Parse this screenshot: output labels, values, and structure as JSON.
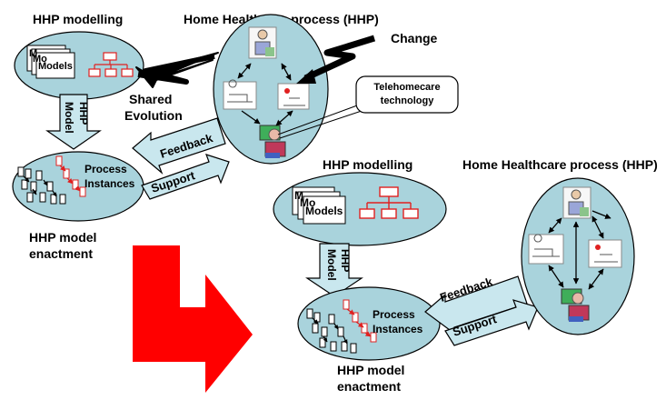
{
  "top": {
    "modelling_title": "HHP modelling",
    "process_title": "Home Healthcare process (HHP)",
    "change_label": "Change",
    "models_label": "Models",
    "models_stack_1": "M",
    "models_stack_2": "Mo",
    "arrow_label_line1": "HHP",
    "arrow_label_line2": "Model",
    "shared_line1": "Shared",
    "shared_line2": "Evolution",
    "callout_line1": "Telehomecare",
    "callout_line2": "technology",
    "process_instances_line1": "Process",
    "process_instances_line2": "Instances",
    "feedback_label": "Feedback",
    "support_label": "Support",
    "enactment_line1": "HHP model",
    "enactment_line2": "enactment"
  },
  "bottom": {
    "modelling_title": "HHP modelling",
    "process_title": "Home Healthcare process (HHP)",
    "models_label": "Models",
    "models_stack_1": "M",
    "models_stack_2": "Mo",
    "arrow_label_line1": "HHP",
    "arrow_label_line2": "Model",
    "process_instances_line1": "Process",
    "process_instances_line2": "Instances",
    "feedback_label": "Feedback",
    "support_label": "Support",
    "enactment_line1": "HHP model",
    "enactment_line2": "enactment"
  },
  "colors": {
    "ellipse_fill": "#a9d3dc",
    "arrow_fill": "#c9e7ee",
    "big_arrow": "#ff0000",
    "org_chart": "#e02020",
    "instance_highlight": "#e02020"
  }
}
